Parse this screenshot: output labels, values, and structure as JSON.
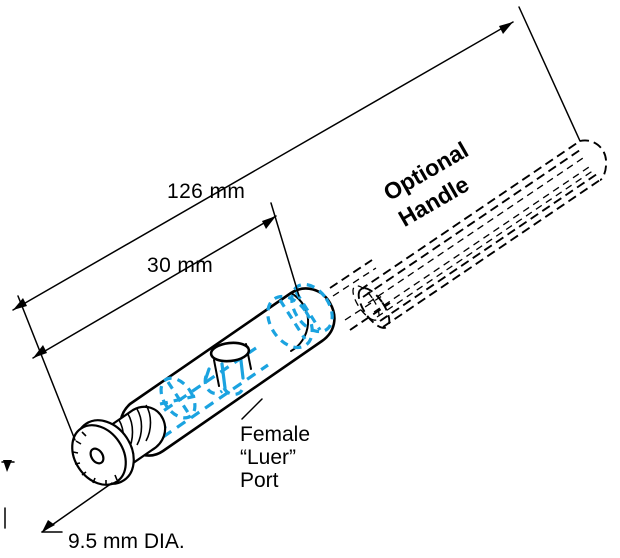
{
  "drawing": {
    "title": "Syringe assembly technical drawing",
    "background_color": "#ffffff",
    "line_color": "#000000",
    "accent_color": "#1BA3E0"
  },
  "dimensions": {
    "overall_length": "126 mm",
    "barrel_length": "30 mm",
    "knob_diameter": "9.5 mm DIA."
  },
  "callouts": {
    "optional_handle_line1": "Optional",
    "optional_handle_line2": "Handle"
  },
  "annotations": {
    "luer_line1": "Female",
    "luer_line2": "“Luer”",
    "luer_line3": "Port"
  },
  "parts": {
    "knob": "knurled-thumb-knob",
    "barrel": "syringe-barrel",
    "port": "female-luer-port",
    "shaft": "plunger-shaft",
    "handle": "optional-handle"
  }
}
